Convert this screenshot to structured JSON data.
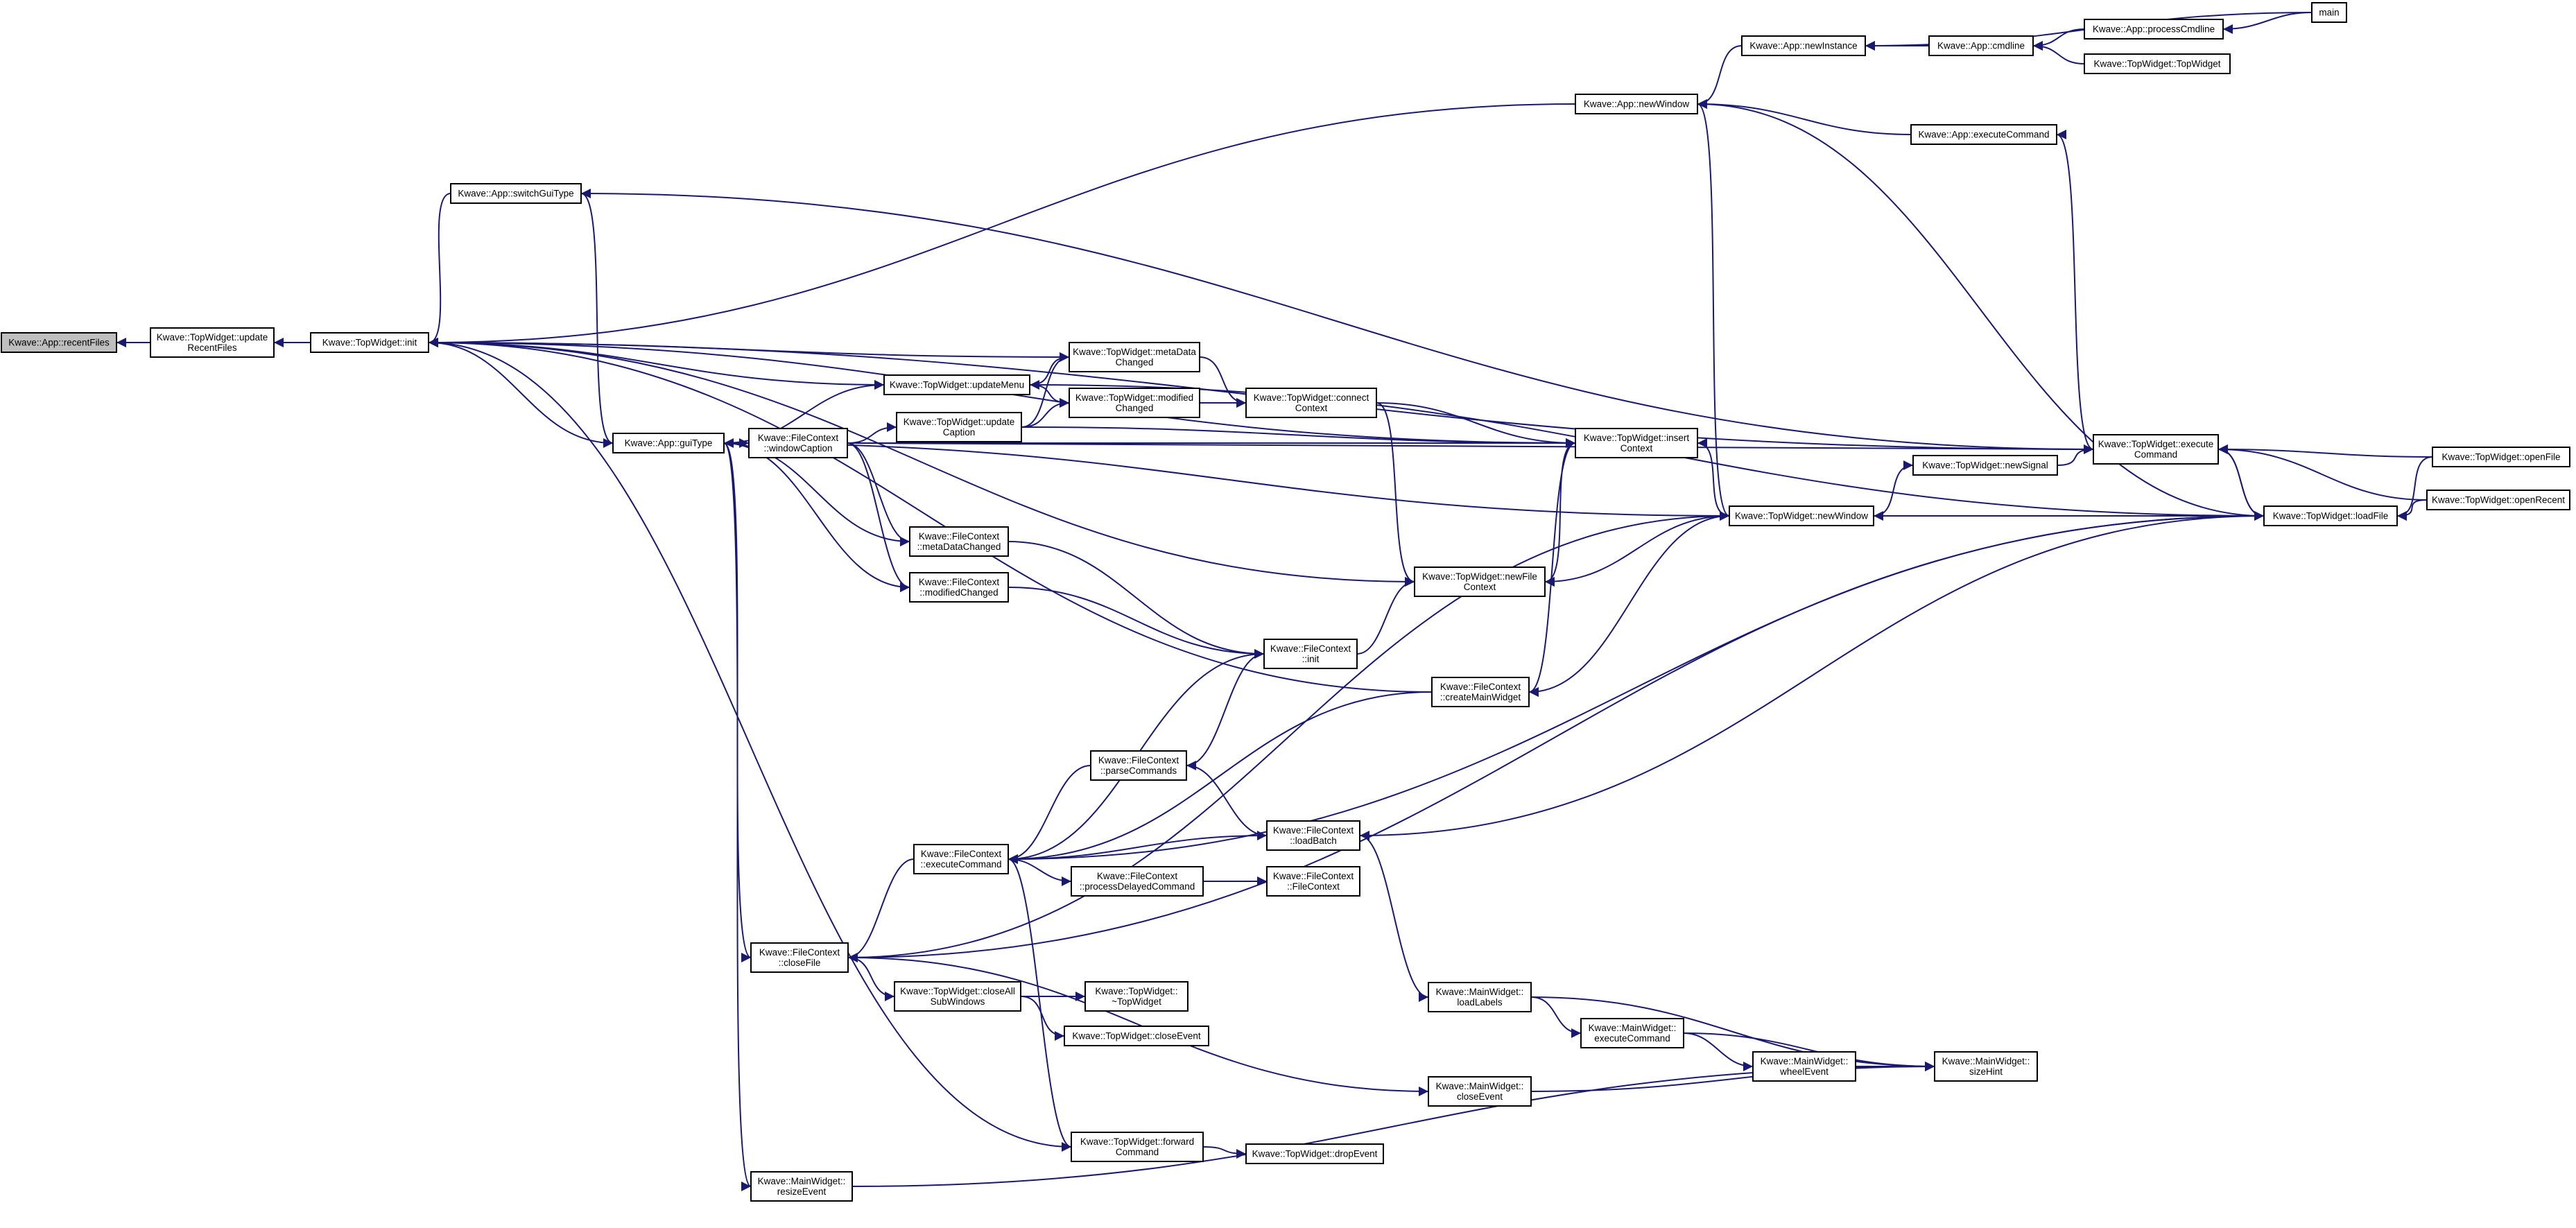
{
  "graph": {
    "root": "recentFiles",
    "colors": {
      "edge": "#191970",
      "root_fill": "#bfbfbf",
      "node_fill": "#ffffff",
      "border": "#000000"
    },
    "nodes": [
      {
        "id": "recentFiles",
        "lines": [
          "Kwave::App::recentFiles"
        ]
      },
      {
        "id": "updateRecentFiles",
        "lines": [
          "Kwave::TopWidget::update",
          "RecentFiles"
        ]
      },
      {
        "id": "tw_init",
        "lines": [
          "Kwave::TopWidget::init"
        ]
      },
      {
        "id": "switchGuiType",
        "lines": [
          "Kwave::App::switchGuiType"
        ]
      },
      {
        "id": "guiType",
        "lines": [
          "Kwave::App::guiType"
        ]
      },
      {
        "id": "windowCaption",
        "lines": [
          "Kwave::FileContext",
          "::windowCaption"
        ]
      },
      {
        "id": "updateMenu",
        "lines": [
          "Kwave::TopWidget::updateMenu"
        ]
      },
      {
        "id": "updateCaption",
        "lines": [
          "Kwave::TopWidget::update",
          "Caption"
        ]
      },
      {
        "id": "metaDataChangedTW",
        "lines": [
          "Kwave::TopWidget::metaData",
          "Changed"
        ]
      },
      {
        "id": "modifiedChangedTW",
        "lines": [
          "Kwave::TopWidget::modified",
          "Changed"
        ]
      },
      {
        "id": "connectContext",
        "lines": [
          "Kwave::TopWidget::connect",
          "Context"
        ]
      },
      {
        "id": "insertContext",
        "lines": [
          "Kwave::TopWidget::insert",
          "Context"
        ]
      },
      {
        "id": "newWindowApp",
        "lines": [
          "Kwave::App::newWindow"
        ]
      },
      {
        "id": "newInstance",
        "lines": [
          "Kwave::App::newInstance"
        ]
      },
      {
        "id": "cmdline",
        "lines": [
          "Kwave::App::cmdline"
        ]
      },
      {
        "id": "processCmdline",
        "lines": [
          "Kwave::App::processCmdline"
        ]
      },
      {
        "id": "main",
        "lines": [
          "main"
        ]
      },
      {
        "id": "twCtor",
        "lines": [
          "Kwave::TopWidget::TopWidget"
        ]
      },
      {
        "id": "executeCommandApp",
        "lines": [
          "Kwave::App::executeCommand"
        ]
      },
      {
        "id": "executeCommandTW",
        "lines": [
          "Kwave::TopWidget::execute",
          "Command"
        ]
      },
      {
        "id": "openFile",
        "lines": [
          "Kwave::TopWidget::openFile"
        ]
      },
      {
        "id": "openRecent",
        "lines": [
          "Kwave::TopWidget::openRecent"
        ]
      },
      {
        "id": "loadFile",
        "lines": [
          "Kwave::TopWidget::loadFile"
        ]
      },
      {
        "id": "newSignal",
        "lines": [
          "Kwave::TopWidget::newSignal"
        ]
      },
      {
        "id": "newWindowTW",
        "lines": [
          "Kwave::TopWidget::newWindow"
        ]
      },
      {
        "id": "metaDataChangedFC",
        "lines": [
          "Kwave::FileContext",
          "::metaDataChanged"
        ]
      },
      {
        "id": "modifiedChangedFC",
        "lines": [
          "Kwave::FileContext",
          "::modifiedChanged"
        ]
      },
      {
        "id": "newFileContext",
        "lines": [
          "Kwave::TopWidget::newFile",
          "Context"
        ]
      },
      {
        "id": "fc_init",
        "lines": [
          "Kwave::FileContext",
          "::init"
        ]
      },
      {
        "id": "createMainWidget",
        "lines": [
          "Kwave::FileContext",
          "::createMainWidget"
        ]
      },
      {
        "id": "parseCommands",
        "lines": [
          "Kwave::FileContext",
          "::parseCommands"
        ]
      },
      {
        "id": "loadBatch",
        "lines": [
          "Kwave::FileContext",
          "::loadBatch"
        ]
      },
      {
        "id": "executeCommandFC",
        "lines": [
          "Kwave::FileContext",
          "::executeCommand"
        ]
      },
      {
        "id": "processDelayedCommand",
        "lines": [
          "Kwave::FileContext",
          "::processDelayedCommand"
        ]
      },
      {
        "id": "fcCtor",
        "lines": [
          "Kwave::FileContext",
          "::FileContext"
        ]
      },
      {
        "id": "closeFile",
        "lines": [
          "Kwave::FileContext",
          "::closeFile"
        ]
      },
      {
        "id": "closeAllSubWindows",
        "lines": [
          "Kwave::TopWidget::closeAll",
          "SubWindows"
        ]
      },
      {
        "id": "twDtor",
        "lines": [
          "Kwave::TopWidget::",
          "~TopWidget"
        ]
      },
      {
        "id": "closeEventTW",
        "lines": [
          "Kwave::TopWidget::closeEvent"
        ]
      },
      {
        "id": "loadLabels",
        "lines": [
          "Kwave::MainWidget::",
          "loadLabels"
        ]
      },
      {
        "id": "mwExecuteCommand",
        "lines": [
          "Kwave::MainWidget::",
          "executeCommand"
        ]
      },
      {
        "id": "wheelEvent",
        "lines": [
          "Kwave::MainWidget::",
          "wheelEvent"
        ]
      },
      {
        "id": "sizeHint",
        "lines": [
          "Kwave::MainWidget::",
          "sizeHint"
        ]
      },
      {
        "id": "mwCloseEvent",
        "lines": [
          "Kwave::MainWidget::",
          "closeEvent"
        ]
      },
      {
        "id": "forwardCommand",
        "lines": [
          "Kwave::TopWidget::forward",
          "Command"
        ]
      },
      {
        "id": "dropEvent",
        "lines": [
          "Kwave::TopWidget::dropEvent"
        ]
      },
      {
        "id": "resizeEvent",
        "lines": [
          "Kwave::MainWidget::",
          "resizeEvent"
        ]
      }
    ],
    "edges": [
      [
        "updateRecentFiles",
        "recentFiles"
      ],
      [
        "tw_init",
        "updateRecentFiles"
      ],
      [
        "switchGuiType",
        "tw_init"
      ],
      [
        "guiType",
        "tw_init"
      ],
      [
        "newWindowApp",
        "tw_init"
      ],
      [
        "insertContext",
        "tw_init"
      ],
      [
        "executeCommandTW",
        "tw_init"
      ],
      [
        "metaDataChangedTW",
        "tw_init"
      ],
      [
        "newFileContext",
        "tw_init"
      ],
      [
        "createMainWidget",
        "tw_init"
      ],
      [
        "forwardCommand",
        "tw_init"
      ],
      [
        "tw_init",
        "updateMenu"
      ],
      [
        "newInstance",
        "newWindowApp"
      ],
      [
        "cmdline",
        "newInstance"
      ],
      [
        "main",
        "newInstance"
      ],
      [
        "processCmdline",
        "cmdline"
      ],
      [
        "twCtor",
        "cmdline"
      ],
      [
        "main",
        "processCmdline"
      ],
      [
        "executeCommandApp",
        "newWindowApp"
      ],
      [
        "executeCommandTW",
        "executeCommandApp"
      ],
      [
        "executeCommandTW",
        "switchGuiType"
      ],
      [
        "openFile",
        "executeCommandTW"
      ],
      [
        "openRecent",
        "executeCommandTW"
      ],
      [
        "loadFile",
        "executeCommandTW"
      ],
      [
        "newSignal",
        "executeCommandTW"
      ],
      [
        "executeCommandTW",
        "loadFile"
      ],
      [
        "openFile",
        "loadFile"
      ],
      [
        "openRecent",
        "loadFile"
      ],
      [
        "loadFile",
        "newWindowTW"
      ],
      [
        "loadFile",
        "newWindowApp"
      ],
      [
        "loadFile",
        "updateMenu"
      ],
      [
        "loadFile",
        "closeFile"
      ],
      [
        "loadFile",
        "loadBatch"
      ],
      [
        "newWindowTW",
        "newSignal"
      ],
      [
        "newWindowTW",
        "guiType"
      ],
      [
        "newWindowTW",
        "newFileContext"
      ],
      [
        "newWindowTW",
        "insertContext"
      ],
      [
        "newWindowTW",
        "createMainWidget"
      ],
      [
        "newWindowApp",
        "newWindowTW"
      ],
      [
        "closeFile",
        "newWindowTW"
      ],
      [
        "switchGuiType",
        "guiType"
      ],
      [
        "guiType",
        "windowCaption"
      ],
      [
        "guiType",
        "updateMenu"
      ],
      [
        "guiType",
        "insertContext"
      ],
      [
        "guiType",
        "metaDataChangedFC"
      ],
      [
        "guiType",
        "modifiedChangedFC"
      ],
      [
        "guiType",
        "closeFile"
      ],
      [
        "guiType",
        "resizeEvent"
      ],
      [
        "windowCaption",
        "updateCaption"
      ],
      [
        "windowCaption",
        "insertContext"
      ],
      [
        "windowCaption",
        "executeCommandTW"
      ],
      [
        "windowCaption",
        "metaDataChangedFC"
      ],
      [
        "windowCaption",
        "modifiedChangedFC"
      ],
      [
        "updateCaption",
        "metaDataChangedTW"
      ],
      [
        "updateCaption",
        "modifiedChangedTW"
      ],
      [
        "updateCaption",
        "insertContext"
      ],
      [
        "updateMenu",
        "metaDataChangedTW"
      ],
      [
        "updateMenu",
        "modifiedChangedTW"
      ],
      [
        "metaDataChangedTW",
        "connectContext"
      ],
      [
        "modifiedChangedTW",
        "connectContext"
      ],
      [
        "connectContext",
        "insertContext"
      ],
      [
        "connectContext",
        "newFileContext"
      ],
      [
        "insertContext",
        "newFileContext"
      ],
      [
        "insertContext",
        "createMainWidget"
      ],
      [
        "metaDataChangedFC",
        "fc_init"
      ],
      [
        "modifiedChangedFC",
        "fc_init"
      ],
      [
        "fc_init",
        "newFileContext"
      ],
      [
        "fc_init",
        "parseCommands"
      ],
      [
        "fc_init",
        "executeCommandFC"
      ],
      [
        "parseCommands",
        "loadBatch"
      ],
      [
        "parseCommands",
        "executeCommandFC"
      ],
      [
        "loadBatch",
        "executeCommandFC"
      ],
      [
        "loadBatch",
        "loadLabels"
      ],
      [
        "createMainWidget",
        "executeCommandFC"
      ],
      [
        "executeCommandFC",
        "processDelayedCommand"
      ],
      [
        "executeCommandFC",
        "closeFile"
      ],
      [
        "executeCommandFC",
        "forwardCommand"
      ],
      [
        "executeCommandFC",
        "loadFile"
      ],
      [
        "processDelayedCommand",
        "fcCtor"
      ],
      [
        "closeFile",
        "closeAllSubWindows"
      ],
      [
        "closeFile",
        "mwCloseEvent"
      ],
      [
        "closeAllSubWindows",
        "twDtor"
      ],
      [
        "closeAllSubWindows",
        "closeEventTW"
      ],
      [
        "loadLabels",
        "mwExecuteCommand"
      ],
      [
        "loadLabels",
        "sizeHint"
      ],
      [
        "mwExecuteCommand",
        "wheelEvent"
      ],
      [
        "mwExecuteCommand",
        "sizeHint"
      ],
      [
        "wheelEvent",
        "sizeHint"
      ],
      [
        "mwCloseEvent",
        "sizeHint"
      ],
      [
        "forwardCommand",
        "dropEvent"
      ],
      [
        "resizeEvent",
        "sizeHint"
      ]
    ]
  }
}
